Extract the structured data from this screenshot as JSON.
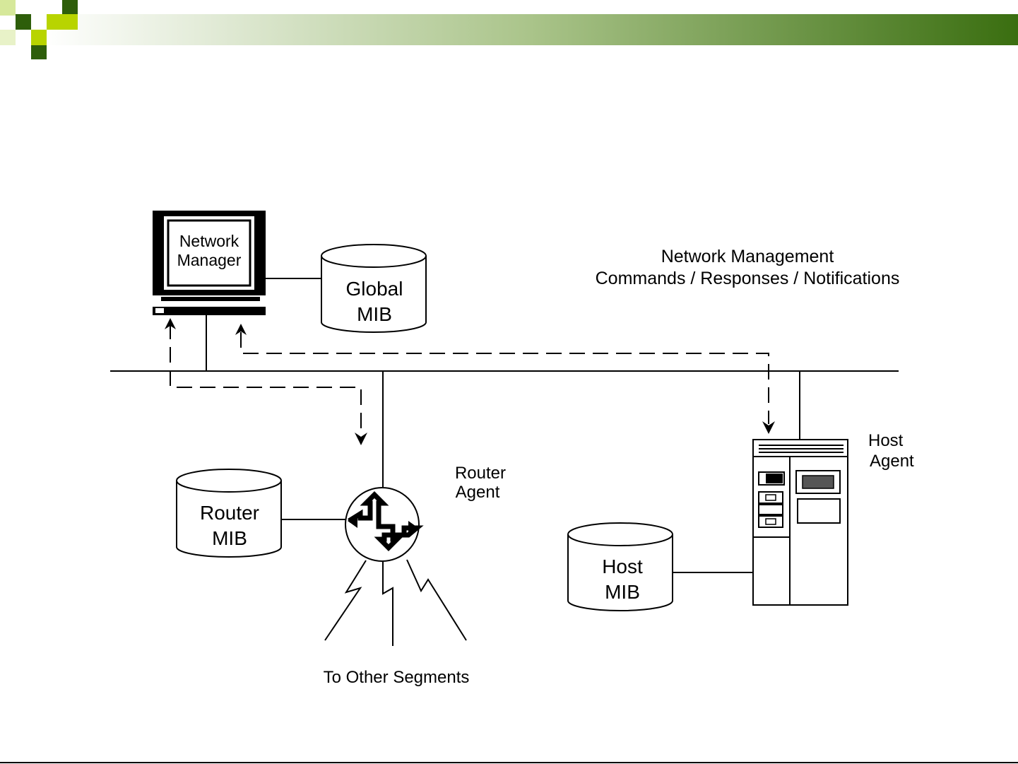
{
  "colors": {
    "header_light": "#ffffff",
    "header_dark": "#3a6e10",
    "accent_green": "#2e5e0a",
    "accent_yellow": "#b8d400",
    "line": "#000000"
  },
  "diagram": {
    "network_manager": {
      "line1": "Network",
      "line2": "Manager"
    },
    "global_mib": {
      "line1": "Global",
      "line2": "MIB"
    },
    "router_mib": {
      "line1": "Router",
      "line2": "MIB"
    },
    "host_mib": {
      "line1": "Host",
      "line2": "MIB"
    },
    "mgmt_label": {
      "line1": "Network Management",
      "line2": "Commands / Responses / Notifications"
    },
    "router_agent": {
      "line1": "Router",
      "line2": "Agent"
    },
    "host_agent": {
      "line1": "Host",
      "line2": "Agent"
    },
    "segments": "To Other Segments"
  },
  "icons": [
    "workstation-icon",
    "database-icon",
    "router-icon",
    "host-computer-icon",
    "lightning-link-icon"
  ]
}
